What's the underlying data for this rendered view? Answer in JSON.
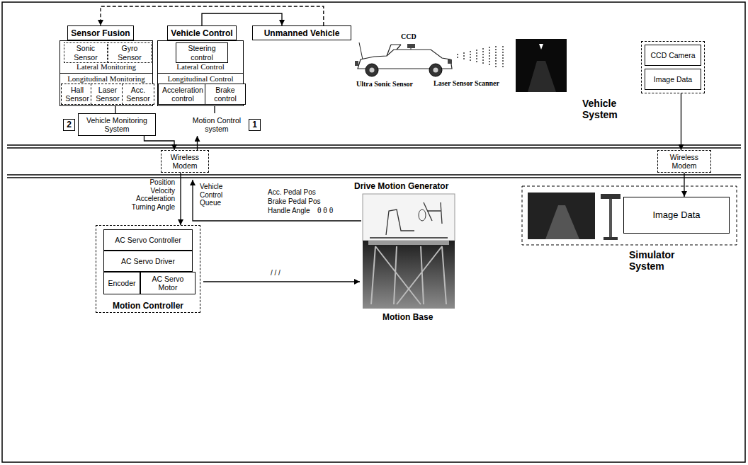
{
  "diagram": {
    "nodes": [
      {
        "text": [
          "Sensor Fusion"
        ]
      },
      {
        "text": [
          "Vehicle Control"
        ]
      },
      {
        "text": [
          "Unmanned Vehicle"
        ]
      },
      {
        "text": [
          "Lateral Monitoring"
        ]
      },
      {
        "text": [
          "Sonic Sensor"
        ],
        "in": 3
      },
      {
        "text": [
          "Gyro Sensor"
        ],
        "in": 3
      },
      {
        "text": [
          "Longitudinal Monitoring"
        ]
      },
      {
        "text": [
          "Hall Sensor"
        ],
        "in": 6
      },
      {
        "text": [
          "Laser Sensor"
        ],
        "in": 6
      },
      {
        "text": [
          "Acc. Sensor"
        ],
        "in": 6
      },
      {
        "text": [
          "Vehicle Monitoring System"
        ]
      },
      {
        "text": [
          "Lateral Control"
        ]
      },
      {
        "text": [
          "Steering control"
        ],
        "in": 11
      },
      {
        "text": [
          "Longitudinal Control"
        ]
      },
      {
        "text": [
          "Acceleration control"
        ],
        "in": 13
      },
      {
        "text": [
          "Brake control"
        ],
        "in": 13
      },
      {
        "text": [
          "Motion Control system"
        ]
      },
      {
        "text": [
          "Wireless Modem"
        ]
      },
      {
        "text": [
          "CCD Camera",
          "Image Data"
        ]
      },
      {
        "text": [
          "Wireless Modem"
        ]
      },
      {
        "text": [
          "Motion Controller"
        ]
      },
      {
        "text": [
          "AC Servo Controller"
        ],
        "in": 20
      },
      {
        "text": [
          "AC Servo Driver"
        ],
        "in": 20
      },
      {
        "text": [
          "Encoder"
        ],
        "in": 20
      },
      {
        "text": [
          "AC Servo Motor"
        ],
        "in": 20
      },
      {
        "text": [
          "Image Data"
        ]
      }
    ],
    "edges": [
      {
        "from": 2,
        "to": 0,
        "arrow": "to"
      },
      {
        "from": 1,
        "to": 2,
        "arrow": "to"
      },
      {
        "from": 6,
        "to": 10,
        "arrow": "none"
      },
      {
        "from": 13,
        "to": 16,
        "arrow": "none"
      },
      {
        "from": 10,
        "to": 17,
        "arrow": "to"
      },
      {
        "from": 17,
        "to": 16,
        "arrow": "to"
      },
      {
        "from": 18,
        "to": 19,
        "arrow": "to"
      },
      {
        "from": 19,
        "to": 25,
        "arrow": "to"
      },
      {
        "from": 17,
        "to": 20,
        "arrow": "to",
        "label": "Position Velocity Acceleration Turning Angle"
      }
    ],
    "labels": [
      "CCD",
      "Laser Sensor Scanner",
      "Ultra Sonic Sensor",
      "Vehicle System",
      "2",
      "1",
      "Vehicle Control Queue",
      "Acc. Pedal Pos",
      "Brake Pedal Pos",
      "Handle Angle",
      "θ θ θ",
      "Drive Motion Generator",
      "/ / /",
      "Motion Base",
      "Simulator System"
    ]
  }
}
